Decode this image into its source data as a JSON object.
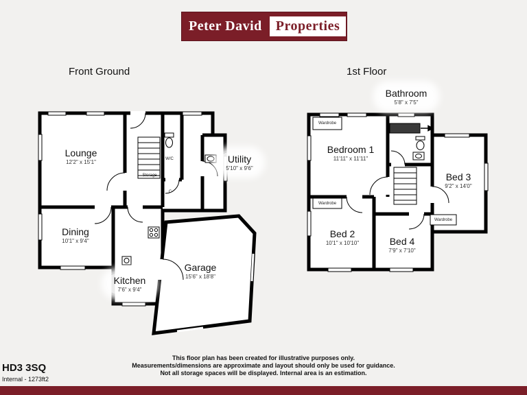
{
  "header": {
    "brand_primary": "Peter David",
    "brand_secondary": "Properties"
  },
  "floors": {
    "ground": {
      "title": "Front Ground",
      "rooms": {
        "lounge": {
          "name": "Lounge",
          "dims": "12'2\" x 15'1\""
        },
        "dining": {
          "name": "Dining",
          "dims": "10'1\" x 9'4\""
        },
        "kitchen": {
          "name": "Kitchen",
          "dims": "7'6\" x 9'4\""
        },
        "utility": {
          "name": "Utility",
          "dims": "5'10\" x 9'6\""
        },
        "garage": {
          "name": "Garage",
          "dims": "15'6\" x 18'8\""
        },
        "wc": {
          "name": "W/C"
        },
        "storage": {
          "name": "Storage"
        },
        "cupboard": {
          "name": "C"
        }
      }
    },
    "first": {
      "title": "1st Floor",
      "rooms": {
        "bathroom": {
          "name": "Bathroom",
          "dims": "5'8\" x 7'5\""
        },
        "bedroom1": {
          "name": "Bedroom 1",
          "dims": "11'11\" x 11'11\""
        },
        "bed2": {
          "name": "Bed 2",
          "dims": "10'1\" x 10'10\""
        },
        "bed3": {
          "name": "Bed 3",
          "dims": "9'2\" x 14'0\""
        },
        "bed4": {
          "name": "Bed 4",
          "dims": "7'9\" x 7'10\""
        }
      },
      "wardrobes": [
        "Wardrobe",
        "Wardrobe",
        "Wardrobe"
      ]
    }
  },
  "footer": {
    "postcode": "HD3 3SQ",
    "internal_area": "Internal - 1273ft2",
    "disclaimer": [
      "This floor plan has been created for illustrative purposes only.",
      "Measurements/dimensions are approximate and layout should only be used for guidance.",
      "Not all storage spaces will be displayed. Internal area is an estimation."
    ]
  },
  "colors": {
    "brand": "#7b1e28",
    "background": "#f2f1ef",
    "wall": "#000000"
  }
}
